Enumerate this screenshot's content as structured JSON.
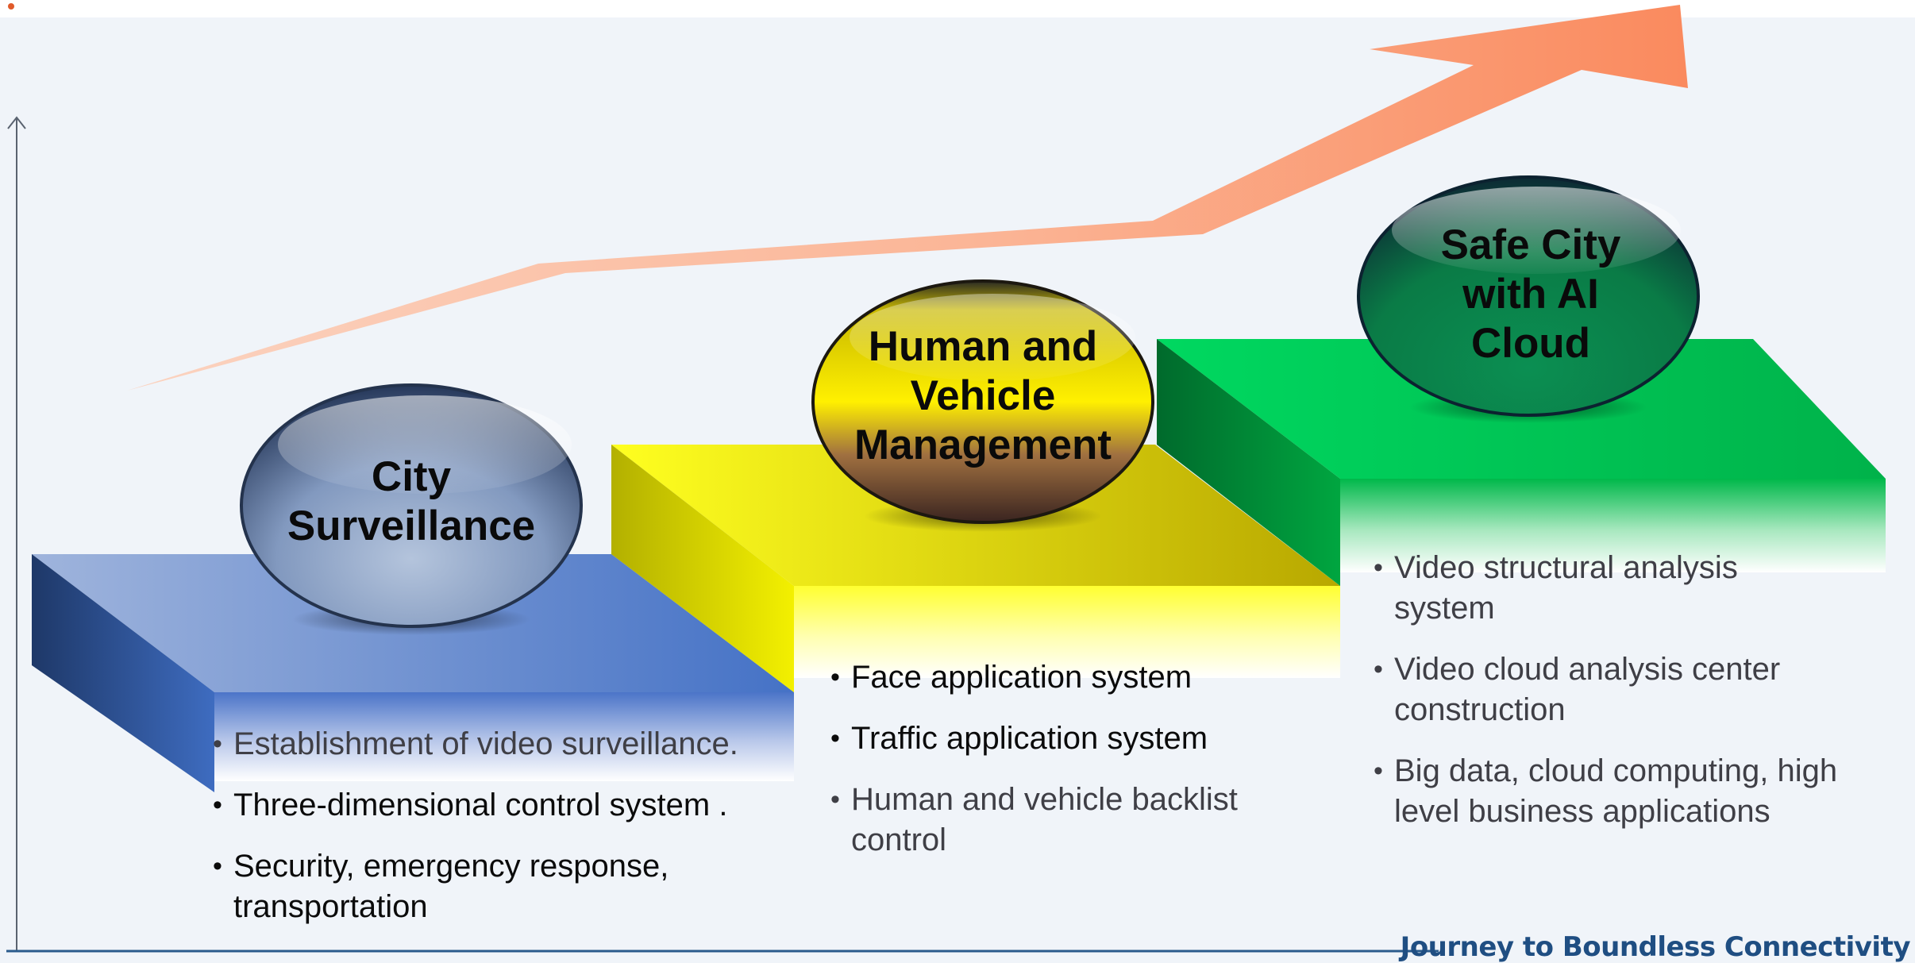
{
  "steps": [
    {
      "title_lines": [
        "City",
        "Surveillance"
      ],
      "bullets": [
        "Establishment of video surveillance.",
        "Three-dimensional control system .",
        "Security, emergency response, transportation"
      ],
      "colors": {
        "platform": "#4a78c8",
        "oval": "#8aa3c8"
      }
    },
    {
      "title_lines": [
        "Human and",
        "Vehicle",
        "Management"
      ],
      "bullets": [
        "Face application system",
        "Traffic application system",
        "Human and vehicle backlist control"
      ],
      "colors": {
        "platform": "#f5f000",
        "oval": "#e0d000"
      }
    },
    {
      "title_lines": [
        "Safe City",
        "with AI",
        "Cloud"
      ],
      "bullets": [
        "Video structural analysis system",
        "Video cloud analysis center construction",
        "Big data, cloud computing, high level business applications"
      ],
      "colors": {
        "platform": "#00c850",
        "oval": "#0f8a50"
      }
    }
  ],
  "footer": {
    "title": "Journey to Boundless Connectivity"
  },
  "colors": {
    "background": "#f0f4f9",
    "arrow": "#f98a60",
    "axis": "#5a6370",
    "footer_text": "#1f4e82"
  }
}
